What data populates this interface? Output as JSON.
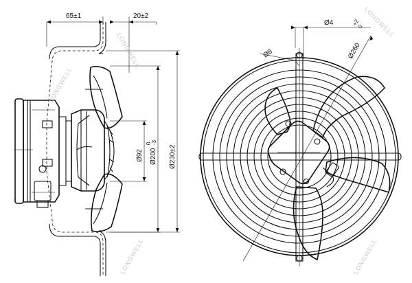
{
  "drawing": {
    "side_view": {
      "dim_depth": "65±1",
      "dim_guard_offset": "20±2",
      "dim_hub": "Ø92",
      "dim_blade_main": "Ø200",
      "dim_blade_tol_upper": "0",
      "dim_blade_tol_lower": "-3",
      "dim_guard": "Ø230±2"
    },
    "front_view": {
      "dim_wire": "Ø4",
      "dim_ring": "Ø8",
      "dim_outer_main": "Ø260",
      "dim_outer_tol_upper": "+2",
      "dim_outer_tol_lower": "0"
    },
    "watermark": "LONGWELL"
  }
}
